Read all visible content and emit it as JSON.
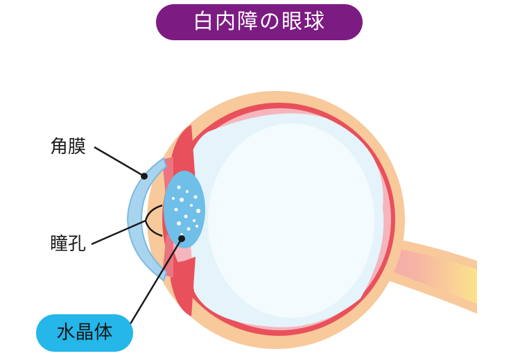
{
  "title": "白内障の眼球",
  "labels": {
    "cornea": "角膜",
    "pupil": "瞳孔",
    "lens": "水晶体"
  },
  "colors": {
    "title_bg": "#7c1b82",
    "lens_pill_bg": "#25b6ea",
    "sclera": "#f7c99b",
    "choroid": "#e8505b",
    "retina": "#f6b5bd",
    "vitreous": "#e4f4fa",
    "cornea": "#a8d4ef",
    "lens": "#6fbfe8",
    "optic_nerve_tip": "#f5a3b4",
    "optic_nerve_base": "#fbe38e"
  }
}
